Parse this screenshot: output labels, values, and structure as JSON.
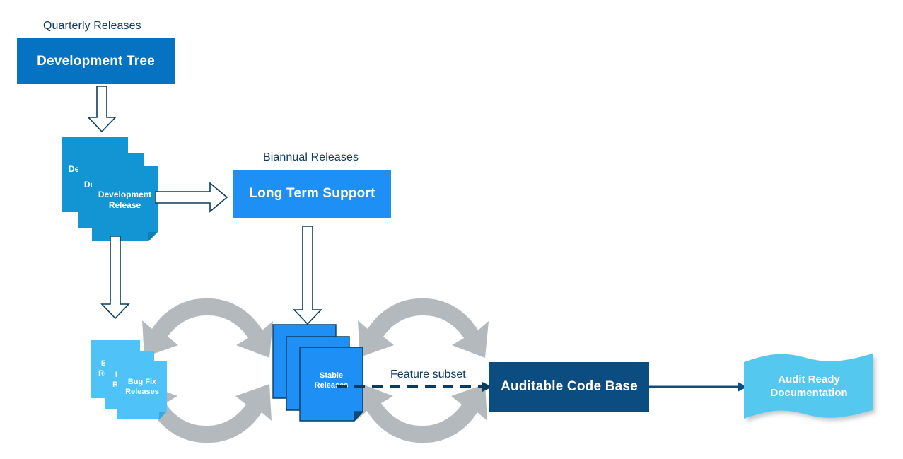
{
  "diagram": {
    "title_captions": {
      "quarterly": "Quarterly Releases",
      "biannual": "Biannual Releases"
    },
    "nodes": {
      "development_tree": "Development Tree",
      "long_term_support": "Long Term Support",
      "development_release": "Development Release",
      "bug_fix_releases": "Bug Fix Releases",
      "stable_releases": "Stable Releases",
      "auditable_code_base": "Auditable Code Base",
      "audit_ready_documentation": "Audit Ready Documentation"
    },
    "connector_labels": {
      "feature_subset": "Feature subset"
    },
    "colors": {
      "development_tree_fill": "#0573C1",
      "long_term_support_fill": "#1E90F5",
      "auditable_code_base_fill": "#0B4C81",
      "development_release_fill": "#1395D4",
      "bug_fix_releases_fill": "#4FC3F7",
      "stable_releases_fill": "#1E90F5",
      "audit_banner_fill": "#55C8F0",
      "cycle_arrow_fill": "#B3B9BD",
      "outline_navy": "#0A3D62",
      "caption_text": "#0E3C64",
      "page_background": "#FFFFFF"
    },
    "icons": {
      "cycle_left": "circular-cycle-arrow-icon",
      "cycle_right": "circular-cycle-arrow-icon",
      "arrow_dev_to_release": "block-arrow-down-icon",
      "arrow_release_to_lts": "block-arrow-right-icon",
      "arrow_release_to_bugfix": "block-arrow-down-icon",
      "arrow_lts_to_stable": "block-arrow-down-icon",
      "arrow_feature_subset": "dashed-arrow-right-icon",
      "arrow_audit_to_docs": "arrow-right-icon"
    }
  }
}
